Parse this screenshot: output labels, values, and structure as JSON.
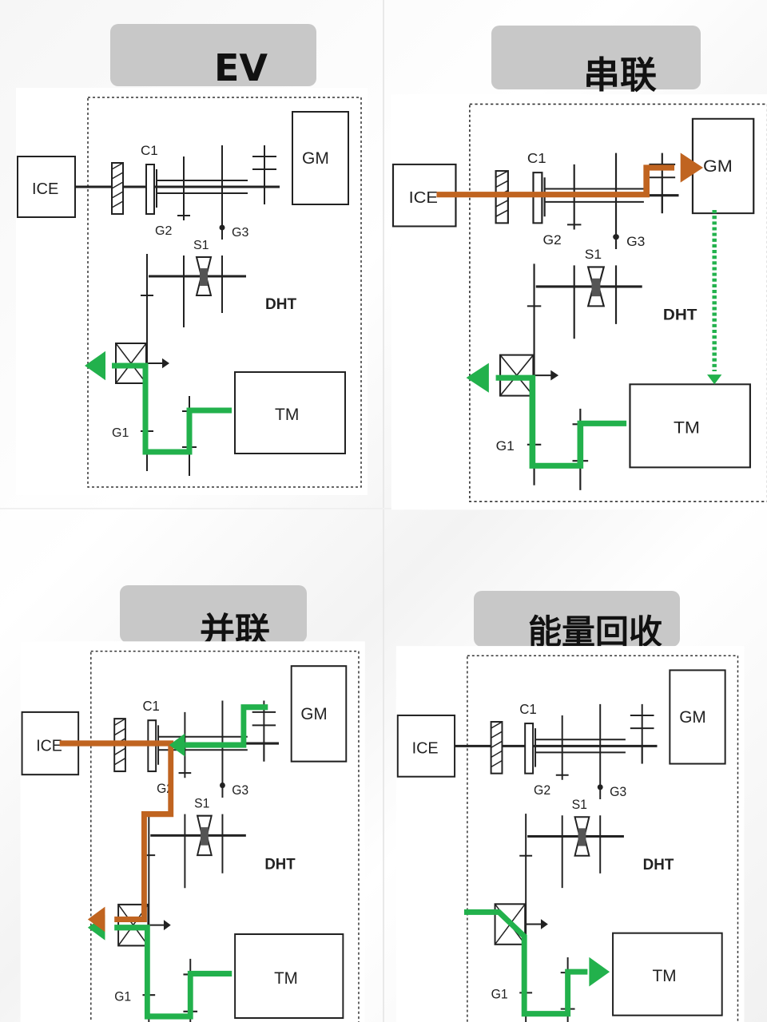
{
  "colors": {
    "green": "#22b14c",
    "orange": "#c06420",
    "line": "#222222",
    "title_bg": "#c8c8c8"
  },
  "labels": {
    "ice": "ICE",
    "gm": "GM",
    "tm": "TM",
    "dht": "DHT",
    "c1": "C1",
    "g1": "G1",
    "g2": "G2",
    "g3": "G3",
    "s1": "S1"
  },
  "panels": [
    {
      "id": "ev",
      "title": "EV"
    },
    {
      "id": "series",
      "title": "串联"
    },
    {
      "id": "parallel",
      "title": "并联"
    },
    {
      "id": "regen",
      "title": "能量回收"
    }
  ]
}
